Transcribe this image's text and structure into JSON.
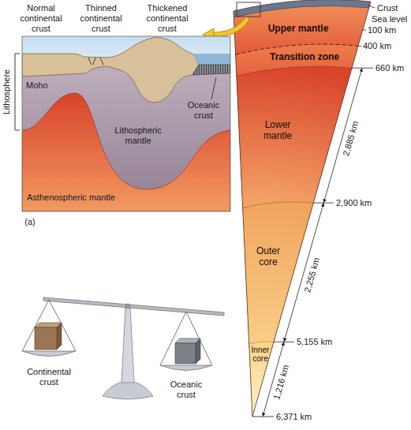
{
  "diagram": {
    "nodes": [
      {
        "text": [
          "Upper mantle"
        ]
      },
      {
        "text": [
          "Transition zone"
        ]
      },
      {
        "text": [
          "Lower mantle"
        ]
      },
      {
        "text": [
          "Outer core"
        ]
      },
      {
        "text": [
          "Inner core"
        ]
      },
      {
        "text": [
          "Lithospheric mantle"
        ]
      },
      {
        "text": [
          "Asthenospheric mantle"
        ]
      }
    ],
    "labels": [
      "Crust",
      "Sea level",
      "100 km",
      "Normal continental crust",
      "Thinned continental crust",
      "Thickened continental crust",
      "400 km",
      "660 km",
      "Lithosphere",
      "Moho",
      "Oceanic crust",
      "2,885 km",
      "(a)",
      "2,900 km",
      "2,255 km",
      "5,155 km",
      "1,216 km",
      "Continental crust",
      "Oceanic crust",
      "6,371 km"
    ]
  }
}
